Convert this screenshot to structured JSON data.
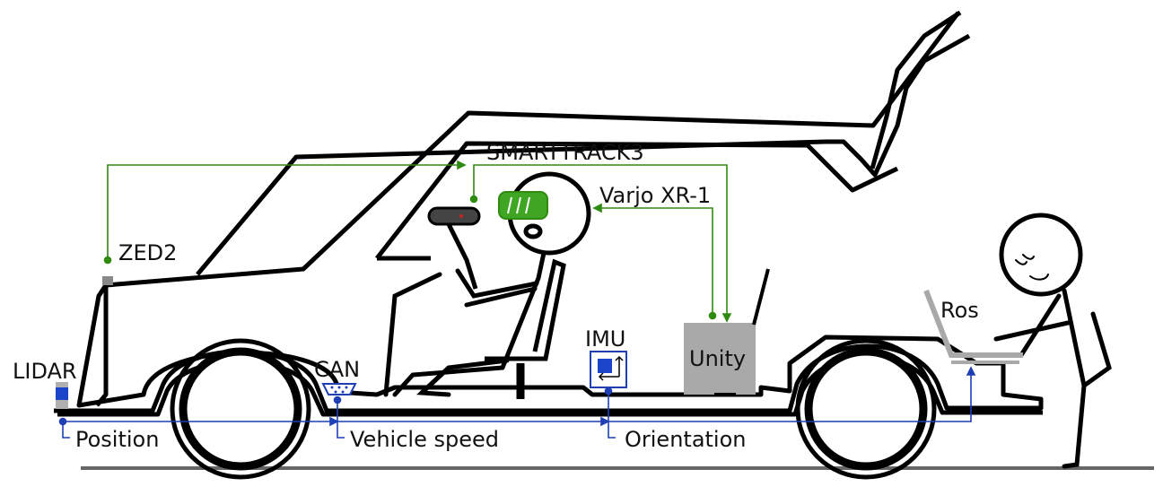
{
  "labels": {
    "smarttrack": "SMARTTRACK3",
    "varjo": "Varjo XR-1",
    "zed2": "ZED2",
    "lidar": "LIDAR",
    "can": "CAN",
    "imu": "IMU",
    "unity": "Unity",
    "ros": "Ros",
    "position": "Position",
    "vehicle_speed": "Vehicle speed",
    "orientation": "Orientation"
  },
  "colors": {
    "outline": "#000000",
    "green_link": "#2e8b10",
    "blue_link": "#1f3fb5",
    "unity_box": "#a9a9a9",
    "laptop": "#a9a9a9",
    "ground": "#666666",
    "headset": "#3ea623",
    "lidar_blue": "#1b45c9"
  },
  "icons": {
    "lidar": "lidar-sensor-icon",
    "can": "can-connector-icon",
    "imu": "imu-sensor-icon",
    "zed2": "stereo-camera-icon",
    "smarttrack": "tracking-bar-icon",
    "varjo": "vr-headset-icon",
    "ros": "laptop-icon"
  }
}
